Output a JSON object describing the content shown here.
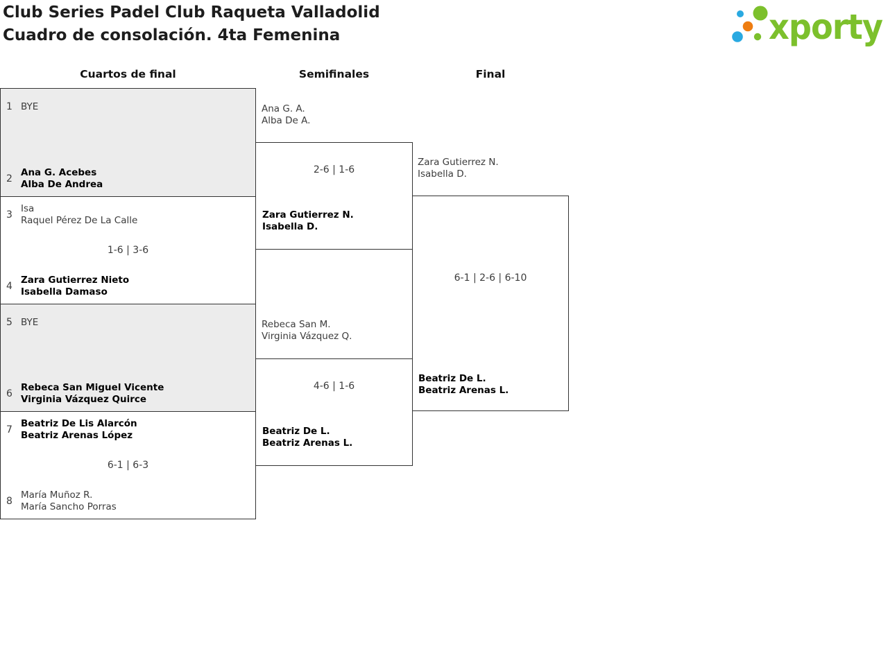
{
  "header": {
    "title_line1": "Club Series Padel Club Raqueta Valladolid",
    "title_line2": "Cuadro de consolación. 4ta Femenina",
    "logo_text": "xporty"
  },
  "colors": {
    "logo-green": "#7cc02c",
    "logo-blue": "#29a9e1",
    "logo-orange": "#ee7d11",
    "box-border": "#333333",
    "bye-box-fill": "#ececec",
    "winner-text": "#000000",
    "team-text": "#3c3c3c"
  },
  "columns": [
    {
      "label": "Cuartos de final"
    },
    {
      "label": "Semifinales"
    },
    {
      "label": "Final"
    }
  ],
  "quarterfinals": [
    {
      "shaded": true,
      "score": "",
      "top": {
        "seed": "1",
        "line1": "BYE",
        "line2": "",
        "winner": false
      },
      "bottom": {
        "seed": "2",
        "line1": "Ana G. Acebes",
        "line2": "Alba De Andrea",
        "winner": true
      }
    },
    {
      "shaded": false,
      "score": "1-6 | 3-6",
      "top": {
        "seed": "3",
        "line1": "Isa",
        "line2": "Raquel Pérez De La Calle",
        "winner": false
      },
      "bottom": {
        "seed": "4",
        "line1": "Zara Gutierrez Nieto",
        "line2": "Isabella Damaso",
        "winner": true
      }
    },
    {
      "shaded": true,
      "score": "",
      "top": {
        "seed": "5",
        "line1": "BYE",
        "line2": "",
        "winner": false
      },
      "bottom": {
        "seed": "6",
        "line1": "Rebeca San Miguel Vicente",
        "line2": "Virginia Vázquez Quirce",
        "winner": true
      }
    },
    {
      "shaded": false,
      "score": "6-1 | 6-3",
      "top": {
        "seed": "7",
        "line1": "Beatriz De Lis Alarcón",
        "line2": "Beatriz Arenas López",
        "winner": true
      },
      "bottom": {
        "seed": "8",
        "line1": "María Muñoz R.",
        "line2": "María Sancho Porras",
        "winner": false
      }
    }
  ],
  "semifinals": [
    {
      "score": "2-6 | 1-6",
      "top": {
        "line1": "Ana G. A.",
        "line2": "Alba De A.",
        "winner": false
      },
      "bottom": {
        "line1": "Zara Gutierrez N.",
        "line2": "Isabella D.",
        "winner": true
      }
    },
    {
      "score": "4-6 | 1-6",
      "top": {
        "line1": "Rebeca San M.",
        "line2": "Virginia Vázquez Q.",
        "winner": false
      },
      "bottom": {
        "line1": "Beatriz De L.",
        "line2": "Beatriz Arenas L.",
        "winner": true
      }
    }
  ],
  "final": {
    "score": "6-1 | 2-6 | 6-10",
    "top": {
      "line1": "Zara Gutierrez N.",
      "line2": "Isabella D.",
      "winner": false
    },
    "bottom": {
      "line1": "Beatriz De L.",
      "line2": "Beatriz Arenas L.",
      "winner": true
    }
  }
}
